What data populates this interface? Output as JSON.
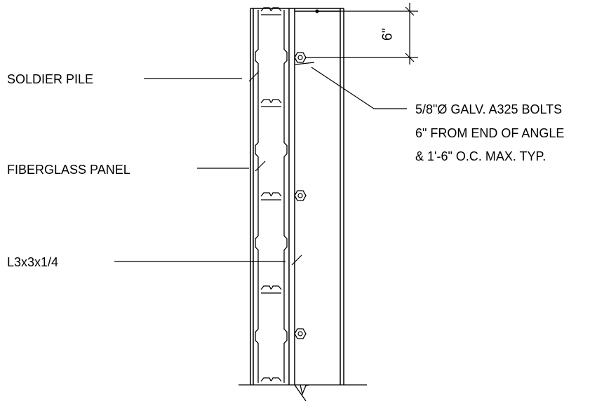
{
  "labels": {
    "soldier_pile": "SOLDIER PILE",
    "fiberglass_panel": "FIBERGLASS PANEL",
    "angle": "L3x3x1/4",
    "bolts_line1": "5/8\"Ø GALV. A325 BOLTS",
    "bolts_line2": "6\" FROM END OF ANGLE",
    "bolts_line3": "& 1'-6\" O.C. MAX. TYP."
  },
  "dimension": {
    "bolt_offset": "6\""
  },
  "colors": {
    "line": "#000000",
    "background": "#ffffff"
  }
}
